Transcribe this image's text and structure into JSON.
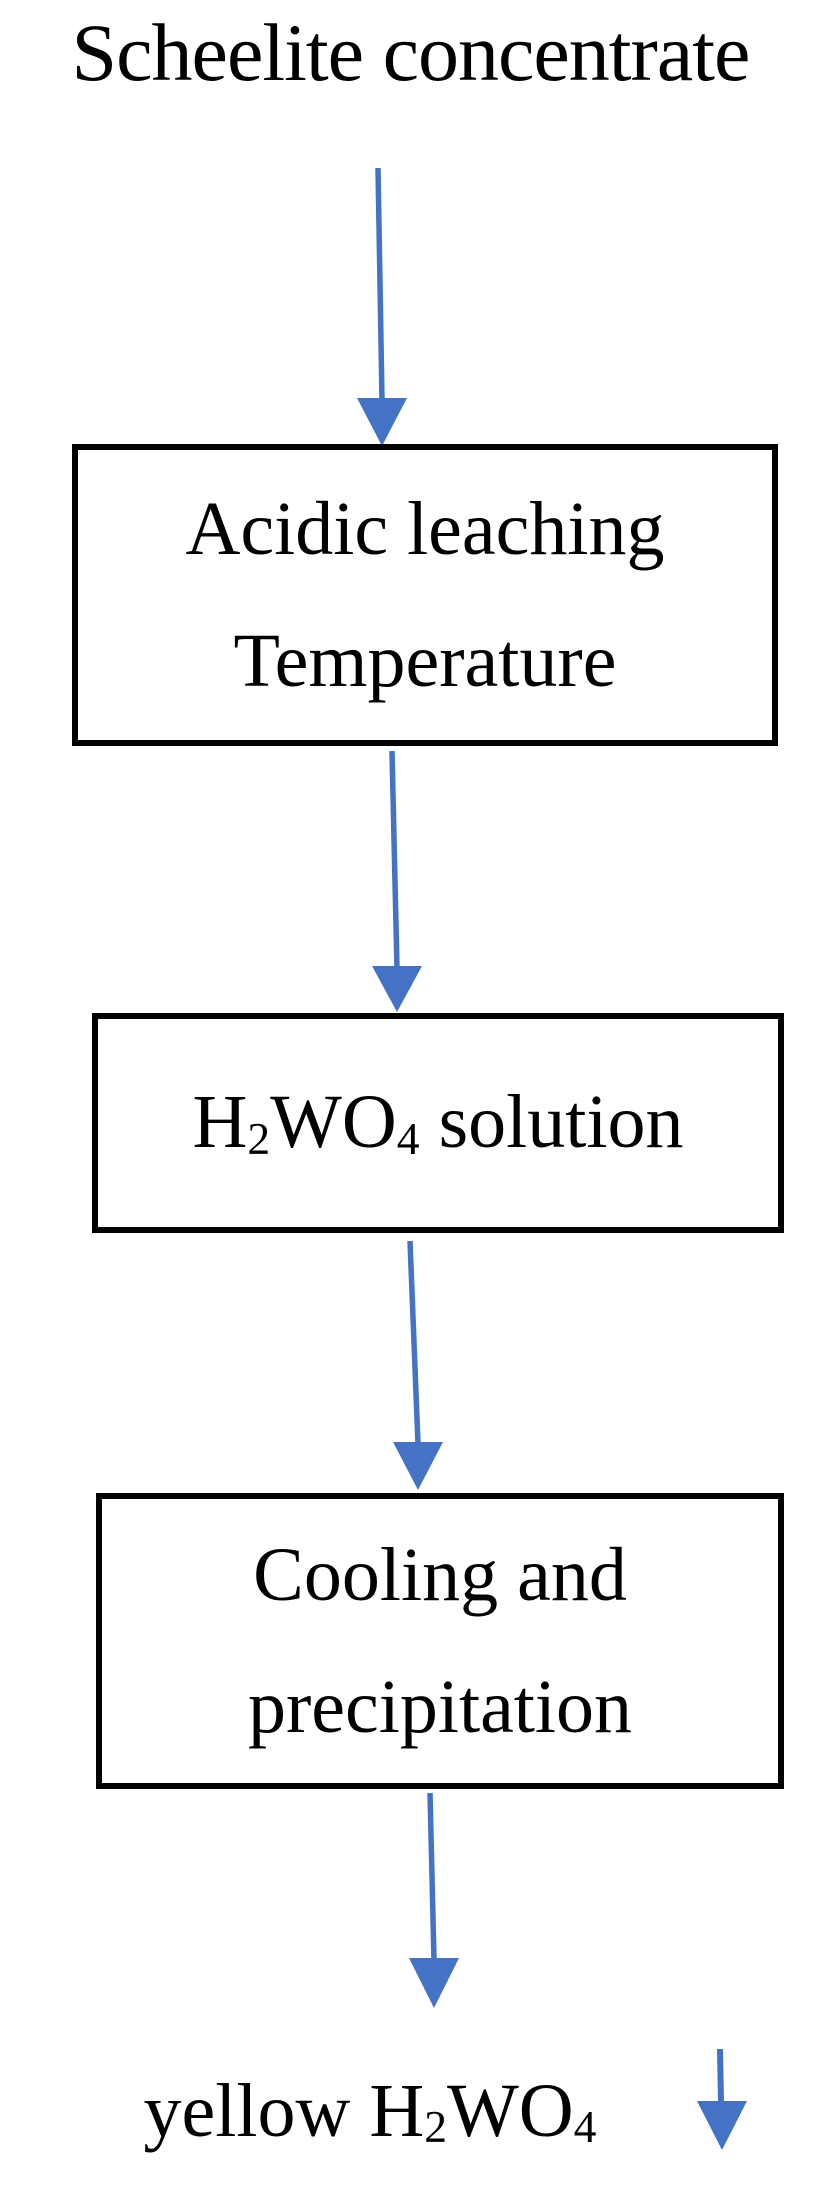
{
  "diagram": {
    "title": "Scheelite concentrate",
    "nodes": [
      {
        "id": "acidic-leaching",
        "label_lines": [
          "Acidic leaching",
          "Temperature"
        ]
      },
      {
        "id": "h2wo4-solution",
        "label_parts": [
          {
            "text": "H"
          },
          {
            "text": "2",
            "sub": true
          },
          {
            "text": "WO"
          },
          {
            "text": "4",
            "sub": true
          },
          {
            "text": " solution"
          }
        ]
      },
      {
        "id": "cooling-precipitation",
        "label_lines": [
          "Cooling and",
          "precipitation"
        ]
      }
    ],
    "output": {
      "label_parts": [
        {
          "text": "yellow H"
        },
        {
          "text": "2",
          "sub": true
        },
        {
          "text": "WO"
        },
        {
          "text": "4",
          "sub": true
        }
      ]
    },
    "arrows": [
      {
        "from": "title",
        "to": "acidic-leaching"
      },
      {
        "from": "acidic-leaching",
        "to": "h2wo4-solution"
      },
      {
        "from": "h2wo4-solution",
        "to": "cooling-precipitation"
      },
      {
        "from": "cooling-precipitation",
        "to": "output-label"
      },
      {
        "from": "output-label",
        "to": "precipitate-out"
      }
    ],
    "colors": {
      "arrow": "#4472C4",
      "box_border": "#000000",
      "text": "#000000",
      "background": "#FFFFFF"
    }
  }
}
